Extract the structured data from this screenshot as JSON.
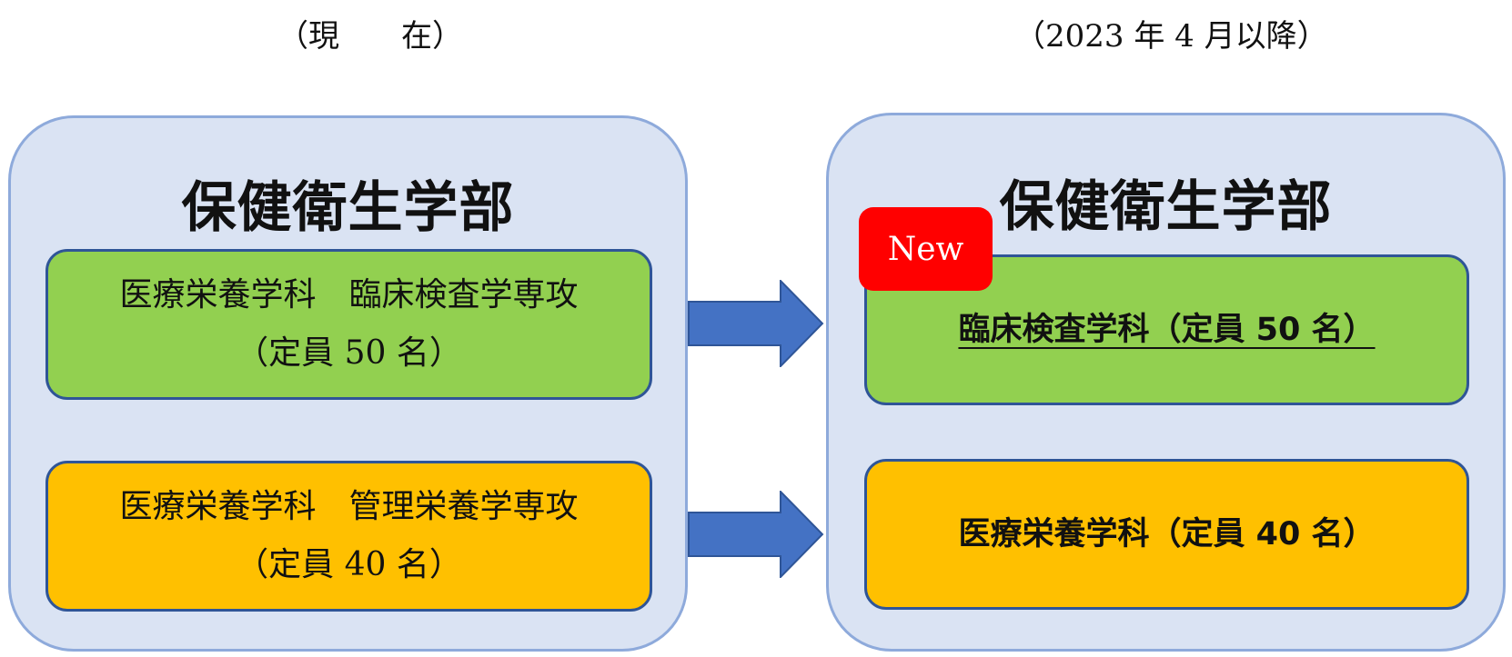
{
  "headings": {
    "current": "（現　　在）",
    "future": "（2023 年 4 月以降）"
  },
  "current": {
    "faculty": "保健衛生学部",
    "departments": [
      {
        "name": "医療栄養学科　臨床検査学専攻",
        "capacity": "（定員 50 名）"
      },
      {
        "name": "医療栄養学科　管理栄養学専攻",
        "capacity": "（定員 40 名）"
      }
    ]
  },
  "future": {
    "faculty": "保健衛生学部",
    "badge": "New",
    "departments": [
      {
        "label": "臨床検査学科（定員 50 名）"
      },
      {
        "label": "医療栄養学科（定員 40 名）"
      }
    ]
  },
  "colors": {
    "panel_fill": "#dae3f3",
    "panel_border": "#8eaadb",
    "dept_green": "#92d050",
    "dept_orange": "#ffc000",
    "dept_border": "#2f5597",
    "arrow": "#4472c4",
    "badge": "#ff0000"
  }
}
